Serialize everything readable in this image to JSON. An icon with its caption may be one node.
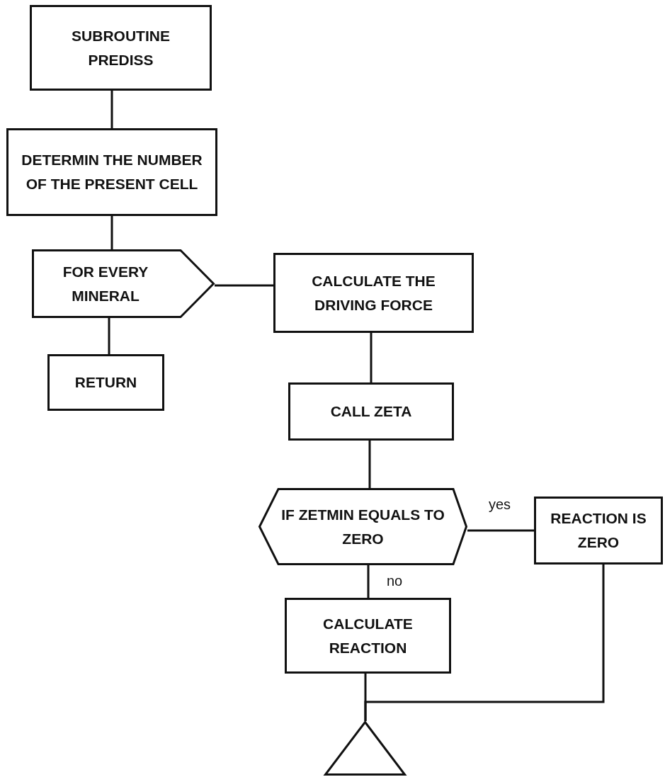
{
  "diagram": {
    "nodes": [
      {
        "text": [
          "SUBROUTINE PREDISS"
        ]
      },
      {
        "text": [
          "DETERMIN THE NUMBER OF THE PRESENT CELL"
        ]
      },
      {
        "text": [
          "FOR EVERY MINERAL"
        ]
      },
      {
        "text": [
          "CALCULATE THE DRIVING FORCE"
        ]
      },
      {
        "text": [
          "RETURN"
        ]
      },
      {
        "text": [
          "CALL ZETA"
        ]
      },
      {
        "text": [
          "IF ZETMIN EQUALS TO ZERO"
        ]
      },
      {
        "text": [
          "REACTION IS ZERO"
        ]
      },
      {
        "text": [
          "CALCULATE REACTION"
        ]
      },
      {
        "text": [],
        "shape": "triangle"
      }
    ],
    "edges": [
      {
        "from": 0,
        "to": 1,
        "arrow": "none"
      },
      {
        "from": 1,
        "to": 2,
        "arrow": "none"
      },
      {
        "from": 2,
        "to": 3,
        "arrow": "none"
      },
      {
        "from": 2,
        "to": 4,
        "arrow": "none"
      },
      {
        "from": 3,
        "to": 5,
        "arrow": "none"
      },
      {
        "from": 5,
        "to": 6,
        "arrow": "none"
      },
      {
        "from": 6,
        "to": 7,
        "label": "yes",
        "arrow": "none"
      },
      {
        "from": 6,
        "to": 8,
        "label": "no",
        "arrow": "none"
      },
      {
        "from": 8,
        "to": 9,
        "arrow": "none"
      },
      {
        "from": 7,
        "to": 9,
        "arrow": "none"
      }
    ]
  }
}
